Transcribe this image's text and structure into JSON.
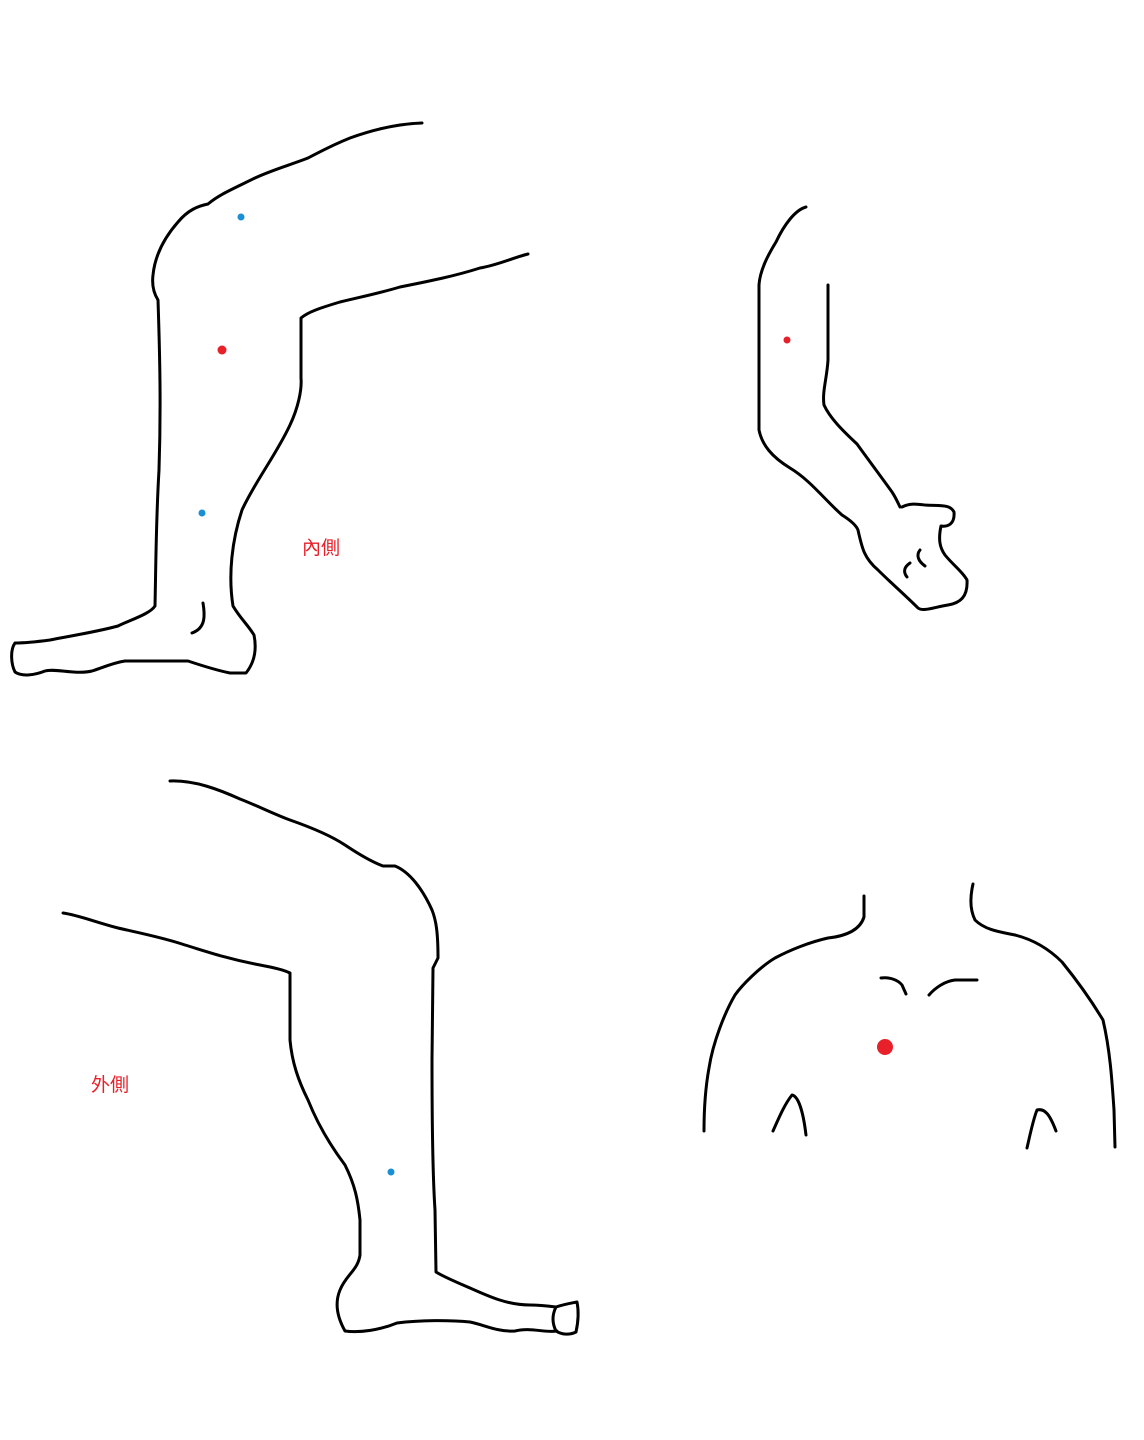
{
  "labels": {
    "inner_side": "內側",
    "outer_side": "外側"
  },
  "colors": {
    "background": "#ffffff",
    "outline": "#000000",
    "label": "#e8202a",
    "red_marker": "#e8202a",
    "blue_marker": "#1b8fd6"
  },
  "figures": [
    {
      "name": "inner-leg",
      "markers": [
        "blue",
        "red",
        "blue"
      ]
    },
    {
      "name": "arm",
      "markers": [
        "red"
      ]
    },
    {
      "name": "outer-leg",
      "markers": [
        "blue"
      ]
    },
    {
      "name": "chest",
      "markers": [
        "red"
      ]
    }
  ]
}
